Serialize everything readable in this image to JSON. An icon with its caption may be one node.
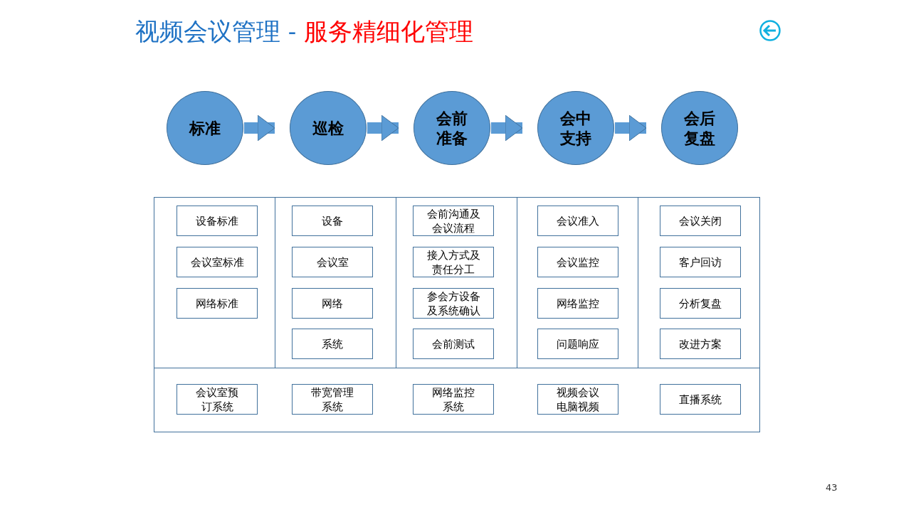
{
  "diagram": {
    "title": "视频会议管理 - 服务精细化管理",
    "nodes": [
      {
        "text": [
          "标准"
        ]
      },
      {
        "text": [
          "巡检"
        ]
      },
      {
        "text": [
          "会前准备"
        ]
      },
      {
        "text": [
          "会中支持"
        ]
      },
      {
        "text": [
          "会后复盘"
        ]
      },
      {
        "text": [
          "设备标准"
        ]
      },
      {
        "text": [
          "会议室标准"
        ]
      },
      {
        "text": [
          "网络标准"
        ]
      },
      {
        "text": [
          "设备"
        ]
      },
      {
        "text": [
          "会议室"
        ]
      },
      {
        "text": [
          "网络"
        ]
      },
      {
        "text": [
          "系统"
        ]
      },
      {
        "text": [
          "会前沟通及会议流程"
        ]
      },
      {
        "text": [
          "接入方式及责任分工"
        ]
      },
      {
        "text": [
          "参会方设备及系统确认"
        ]
      },
      {
        "text": [
          "会前测试"
        ]
      },
      {
        "text": [
          "会议准入"
        ]
      },
      {
        "text": [
          "会议监控"
        ]
      },
      {
        "text": [
          "网络监控"
        ]
      },
      {
        "text": [
          "问题响应"
        ]
      },
      {
        "text": [
          "会议关闭"
        ]
      },
      {
        "text": [
          "客户回访"
        ]
      },
      {
        "text": [
          "分析复盘"
        ]
      },
      {
        "text": [
          "改进方案"
        ]
      },
      {
        "text": [
          "会议室预订系统"
        ]
      },
      {
        "text": [
          "带宽管理系统"
        ]
      },
      {
        "text": [
          "网络监控系统"
        ]
      },
      {
        "text": [
          "视频会议电脑视频"
        ]
      },
      {
        "text": [
          "直播系统"
        ]
      }
    ],
    "edges": [
      {
        "from": 0,
        "to": 1,
        "arrow": "to"
      },
      {
        "from": 1,
        "to": 2,
        "arrow": "to"
      },
      {
        "from": 2,
        "to": 3,
        "arrow": "to"
      },
      {
        "from": 3,
        "to": 4,
        "arrow": "to"
      }
    ],
    "labels": [
      "43"
    ]
  }
}
